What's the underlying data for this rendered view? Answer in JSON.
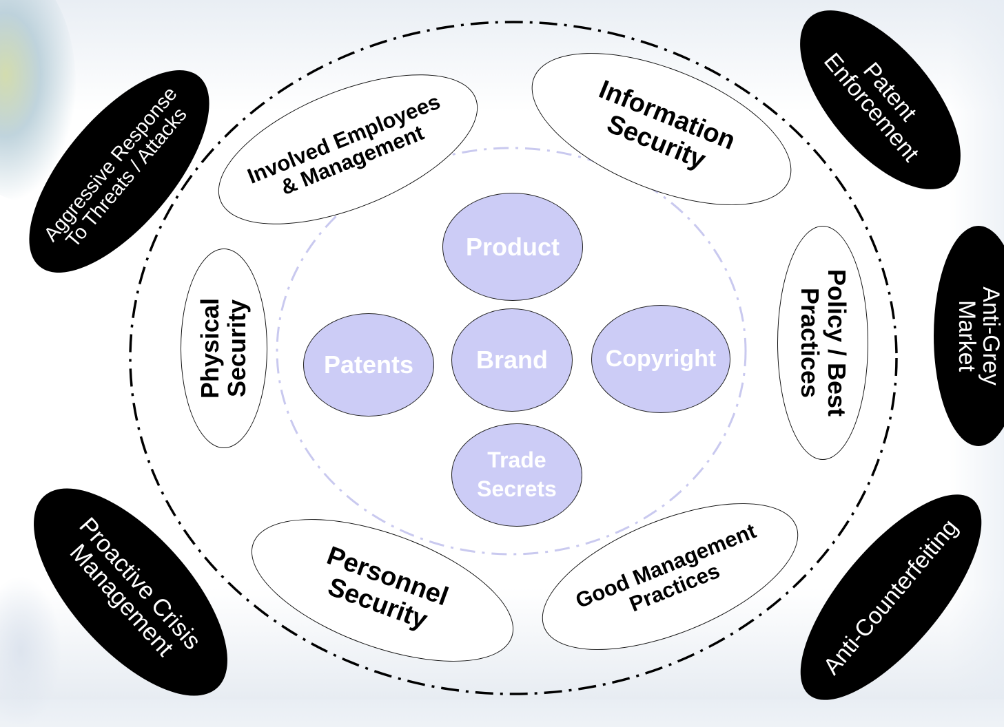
{
  "core_assets": {
    "product": "Product",
    "brand": "Brand",
    "patents": "Patents",
    "copyright": "Copyright",
    "trade_secrets": "Trade\nSecrets"
  },
  "practices": {
    "involved_employees": "Involved Employees\n& Management",
    "information_security": "Information\nSecurity",
    "physical_security": "Physical\nSecurity",
    "policy_best_practices": "Policy / Best\nPractices",
    "personnel_security": "Personnel\nSecurity",
    "good_management": "Good Management\nPractices"
  },
  "responses": {
    "aggressive_response": "Aggressive Response\nTo Threats / Attacks",
    "patent_enforcement": "Patent\nEnforcement",
    "anti_grey_market": "Anti-Grey\nMarket",
    "proactive_crisis": "Proactive Crisis\nManagement",
    "anti_counterfeiting": "Anti-Counterfeiting"
  },
  "colors": {
    "core_fill": "#ccccf6",
    "inner_ring": "#c9c9ef",
    "outer_ring": "#000000",
    "response_fill": "#000000"
  }
}
